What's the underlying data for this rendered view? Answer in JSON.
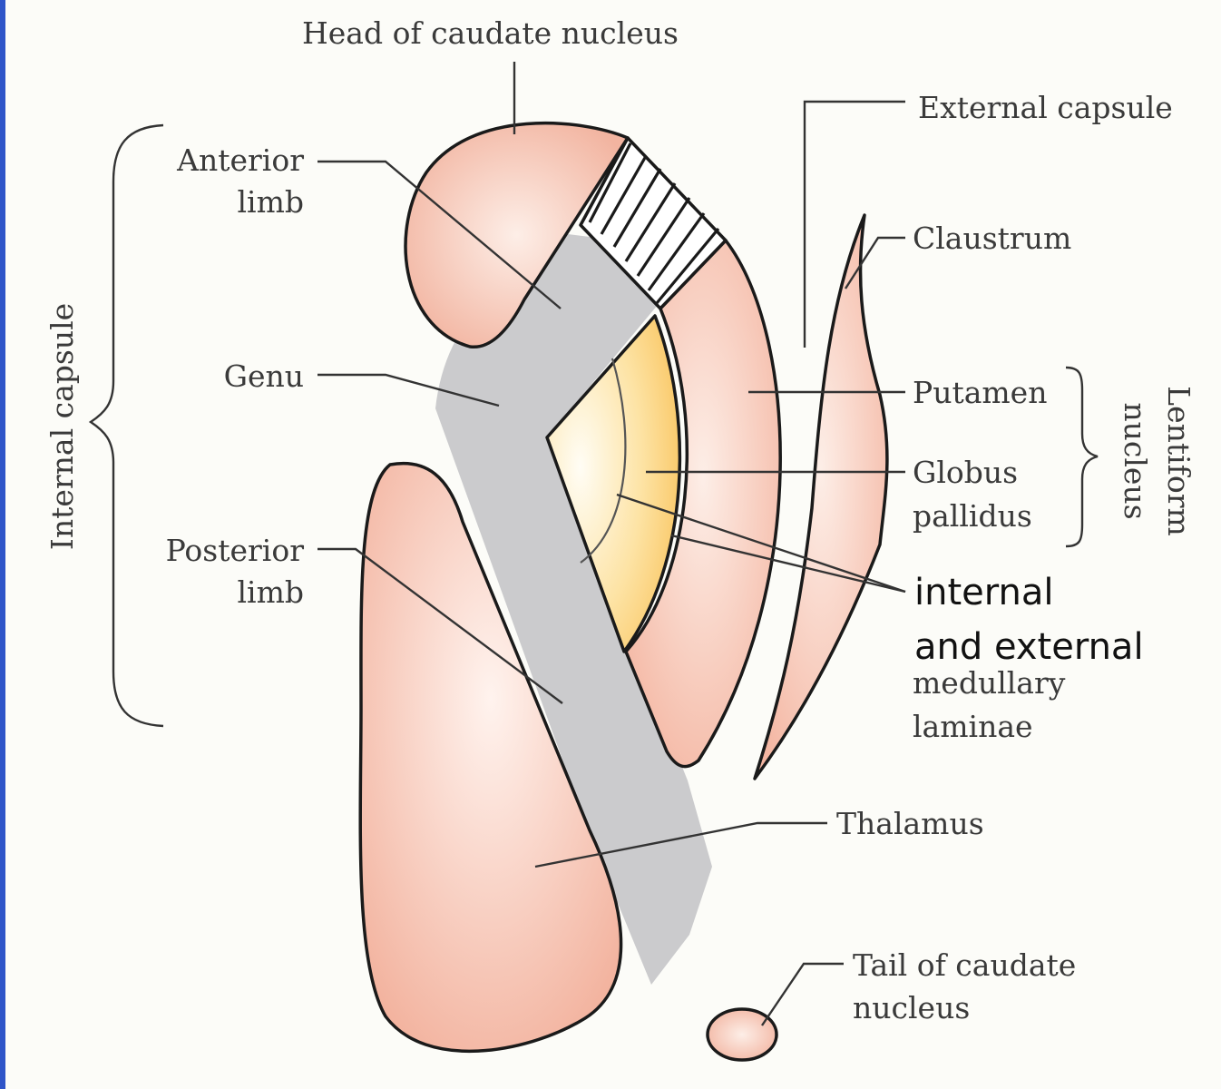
{
  "labels": {
    "head_caudate": "Head of caudate nucleus",
    "external_capsule": "External capsule",
    "anterior_1": "Anterior",
    "anterior_2": "limb",
    "claustrum": "Claustrum",
    "genu": "Genu",
    "putamen": "Putamen",
    "globus_1": "Globus",
    "globus_2": "pallidus",
    "lentiform_1": "Lentiform",
    "lentiform_2": "nucleus",
    "posterior_1": "Posterior",
    "posterior_2": "limb",
    "internal_capsule": "Internal capsule",
    "laminae_1": "internal",
    "laminae_2": "and external",
    "laminae_3": "medullary",
    "laminae_4": "laminae",
    "thalamus": "Thalamus",
    "tail_1": "Tail of caudate",
    "tail_2": "nucleus"
  },
  "colors": {
    "tissue_pink": "#f4b6a2",
    "tissue_highlight": "#fdeee7",
    "white_matter": "#cbcbcd",
    "globus_orange": "#f9c25a",
    "globus_highlight": "#fffdf5",
    "frame_blue": "#2f55c8"
  }
}
